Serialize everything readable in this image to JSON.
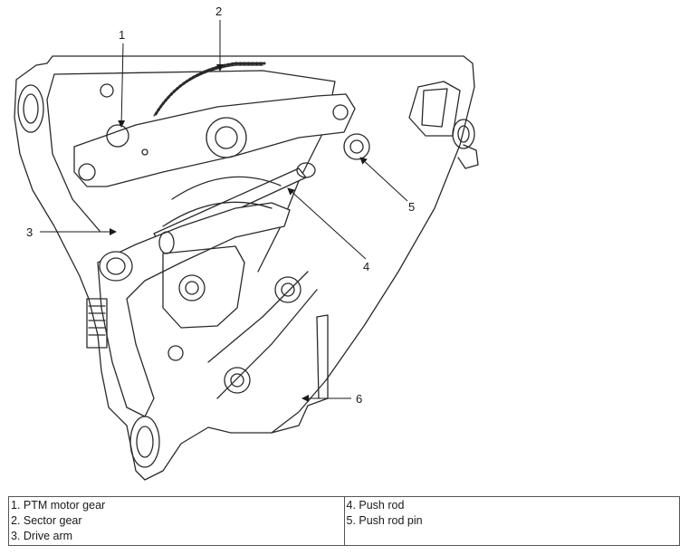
{
  "callouts": [
    "1",
    "2",
    "3",
    "4",
    "5",
    "6"
  ],
  "legend": {
    "left": [
      "1. PTM motor gear",
      "2. Sector gear",
      "3. Drive arm"
    ],
    "right": [
      "4. Push rod",
      "5. Push rod pin"
    ]
  }
}
